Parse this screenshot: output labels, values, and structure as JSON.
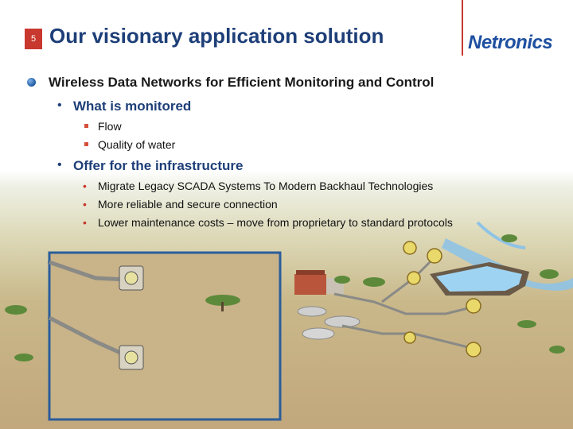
{
  "slide": {
    "number": "5",
    "title": "Our visionary application solution",
    "logo_text": "Netronics"
  },
  "content": {
    "main_bullet": "Wireless Data Networks for Efficient Monitoring and Control",
    "sections": [
      {
        "heading": "What is monitored",
        "items": [
          "Flow",
          "Quality of water"
        ]
      },
      {
        "heading": "Offer for the infrastructure",
        "items": [
          "Migrate Legacy SCADA Systems To Modern Backhaul Technologies",
          "More reliable and secure connection",
          "Lower maintenance costs – move from proprietary to standard protocols"
        ]
      }
    ]
  },
  "colors": {
    "title": "#1e3f78",
    "accent_red": "#c8382e",
    "logo_blue": "#1e4fa0"
  },
  "illustration": {
    "name": "water-network-landscape",
    "icons": [
      "tree-icon",
      "pipe-icon",
      "sensor-device-icon",
      "reservoir-icon",
      "river-icon",
      "treatment-tank-icon"
    ]
  }
}
